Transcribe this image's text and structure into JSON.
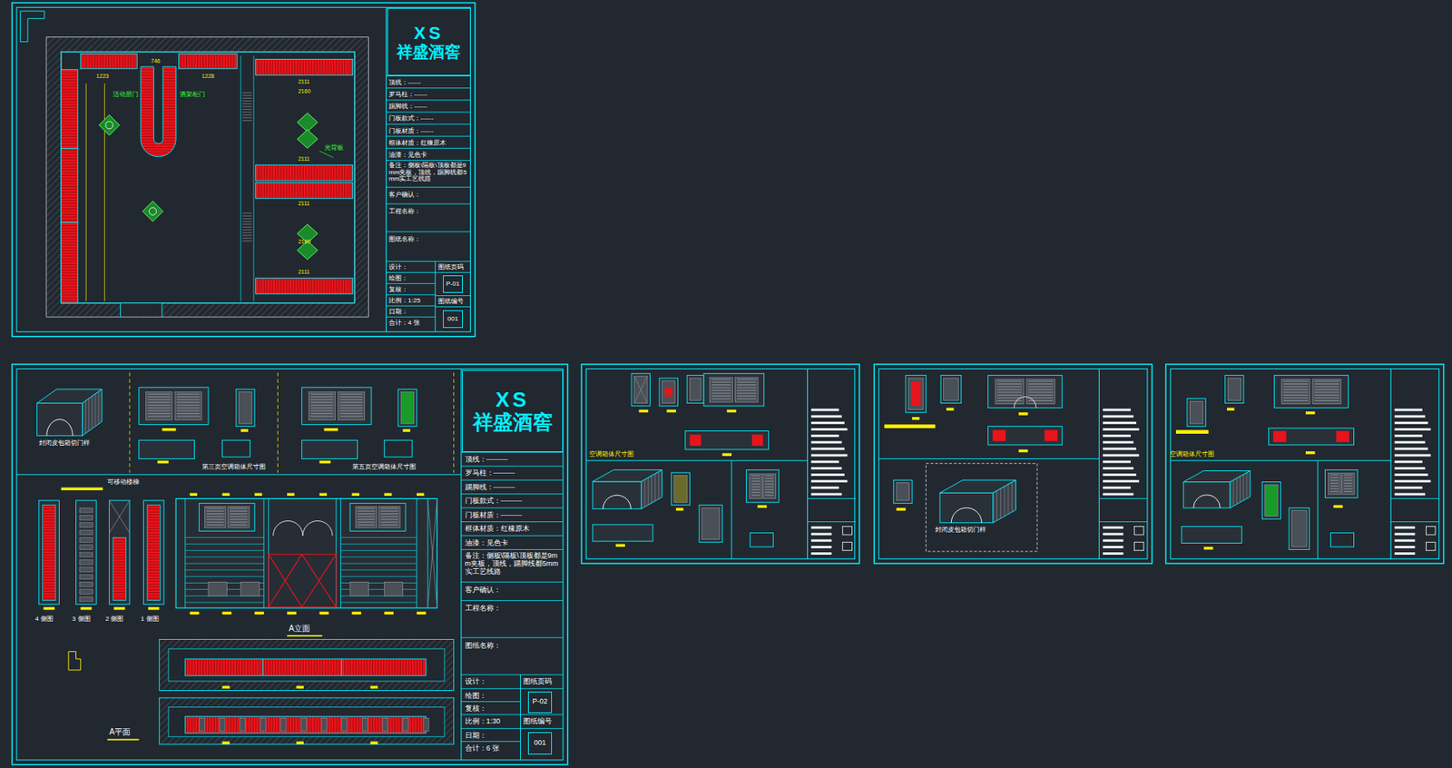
{
  "diagram": {
    "nodes": [
      {
        "text": [
          "XS",
          "祥盛酒窖"
        ]
      },
      {
        "text": [
          "P-01"
        ]
      },
      {
        "text": [
          "001"
        ]
      },
      {
        "text": [
          "XS",
          "祥盛酒窖"
        ]
      },
      {
        "text": [
          "P-02"
        ]
      },
      {
        "text": [
          "001"
        ]
      }
    ],
    "labels": [
      "顶线：------",
      "罗马柱：------",
      "踢脚线：------",
      "门板款式：------",
      "门板材质：------",
      "框体材质：红橡原木",
      "油漆：见色卡",
      "备注：侧板\\隔板\\顶板都是9mm夹板，顶线，踢脚线都5mm实工艺线路",
      "客户确认：",
      "工程名称：",
      "图纸名称：",
      "设计：",
      "绘图：",
      "复核：",
      "比例：1:25",
      "日期：",
      "合计：4 张",
      "图纸页码",
      "图纸编号",
      "顶线：———",
      "罗马柱：———",
      "踢脚线：———",
      "门板款式：———",
      "门板材质：———",
      "框体材质：红橡原木",
      "油漆：见色卡",
      "备注：侧板\\隔板\\顶板都是9mm夹板，顶线，踢脚线都5mm实工艺线路",
      "客户确认：",
      "工程名称：",
      "图纸名称：",
      "设计：",
      "绘图：",
      "复核：",
      "比例：1:30",
      "日期：",
      "合计：6 张",
      "图纸页码",
      "图纸编号",
      "1223",
      "746",
      "1228",
      "2111",
      "2160",
      "2111",
      "2111",
      "2160",
      "2111",
      "光背板",
      "活动层门",
      "酒架柜门",
      "封闭皮包箱切门样",
      "第三页空调箱体尺寸图",
      "第五页空调箱体尺寸图",
      "可移动楼梯",
      "4 侧图",
      "3 侧图",
      "2 侧图",
      "1 侧图",
      "A立面",
      "A平面",
      "空调箱体尺寸图",
      "封闭皮包箱切门样",
      "空调箱体尺寸图"
    ]
  }
}
